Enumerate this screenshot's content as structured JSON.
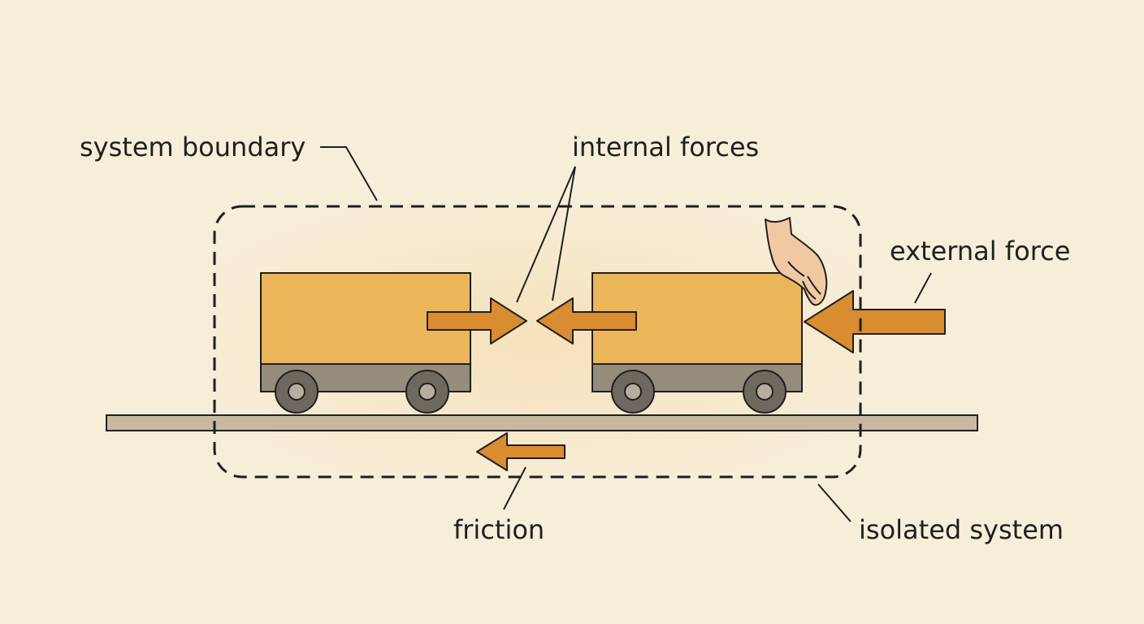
{
  "labels": {
    "system_boundary": "system boundary",
    "internal_forces": "internal forces",
    "external_force": "external force",
    "friction": "friction",
    "isolated_system": "isolated system"
  },
  "colors": {
    "background": "#f7eed9",
    "system_fill": "#f6e4bf",
    "cart_body": "#ebb55a",
    "cart_base": "#958c7c",
    "wheel": "#6f685e",
    "track": "#c9b8a0",
    "arrow": "#d98c30",
    "outline": "#1f1f1f",
    "hand": "#f0c9a3"
  },
  "icons": {
    "hand": "hand-icon"
  }
}
